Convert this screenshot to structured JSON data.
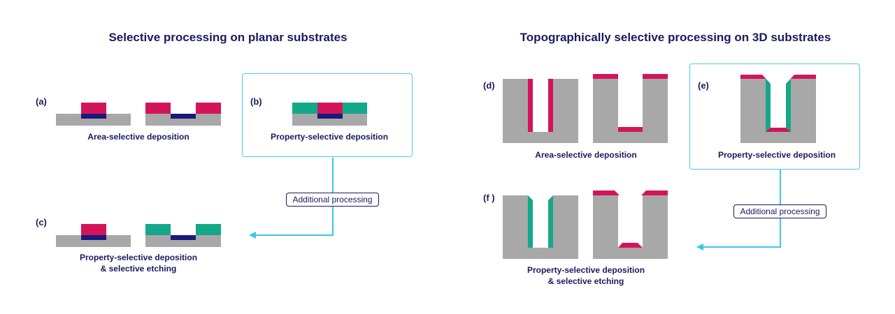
{
  "colors": {
    "substrate": "#a8a8a8",
    "pink": "#d4145a",
    "navy": "#1a1a7a",
    "teal": "#14a88a",
    "arrow": "#3cc6e8",
    "text": "#1a1a5e"
  },
  "left_panel": {
    "title": "Selective processing on planar substrates",
    "a_letter": "(a)",
    "a_label": "Area-selective deposition",
    "b_letter": "(b)",
    "b_label": "Property-selective deposition",
    "additional": "Additional processing",
    "c_letter": "(c)",
    "c_label_line1": "Property-selective deposition",
    "c_label_line2": "& selective etching"
  },
  "right_panel": {
    "title": "Topographically selective processing on 3D substrates",
    "d_letter": "(d)",
    "d_label": "Area-selective deposition",
    "e_letter": "(e)",
    "e_label": "Property-selective deposition",
    "additional": "Additional processing",
    "f_letter": "(f )",
    "f_label_line1": "Property-selective deposition",
    "f_label_line2": "& selective etching"
  }
}
